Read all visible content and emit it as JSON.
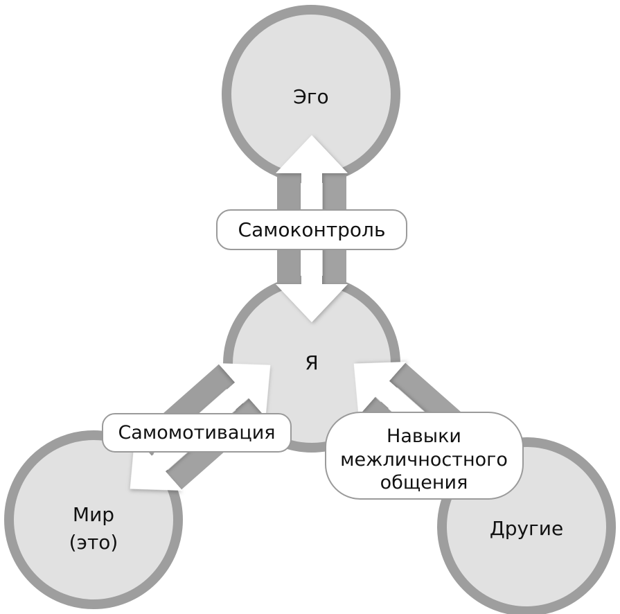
{
  "nodes": {
    "ego": "Эго",
    "self": "Я",
    "world_line1": "Мир",
    "world_line2": "(это)",
    "others": "Другие"
  },
  "links": {
    "self_control": "Самоконтроль",
    "self_motivation": "Самомотивация",
    "interpersonal_line1": "Навыки",
    "interpersonal_line2": "межличностного",
    "interpersonal_line3": "общения"
  },
  "colors": {
    "ring": "#9e9e9e",
    "fill": "#e1e1e1",
    "arrow": "#ffffff",
    "label_border": "#9a9a9a"
  }
}
